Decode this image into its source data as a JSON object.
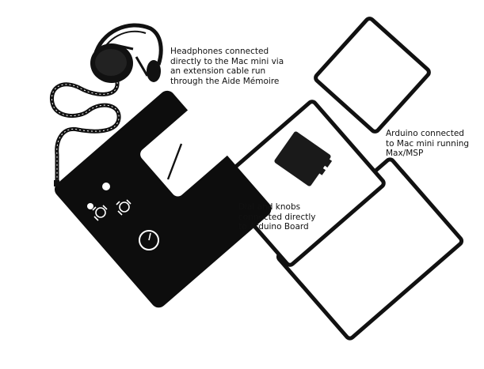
{
  "annotations": {
    "headphones": "Headphones connected\ndirectly to the Mac mini via\nan extension cable run\nthrough the Aide Mémoire",
    "arduino": "Arduino connected\nto Mac mini running\nMax/MSP",
    "dial_knobs": "Dial and knobs\nconnected directly\nto Arduino Board"
  },
  "colors": {
    "background": "#ffffff",
    "ink": "#111111"
  },
  "objects": [
    "headphones",
    "aide-memoire-box",
    "dial-gauge",
    "knob-connectors",
    "rotary-knob",
    "arduino-board",
    "mac-mini-frame-small",
    "mac-mini-frame-medium",
    "mac-mini-frame-large"
  ]
}
